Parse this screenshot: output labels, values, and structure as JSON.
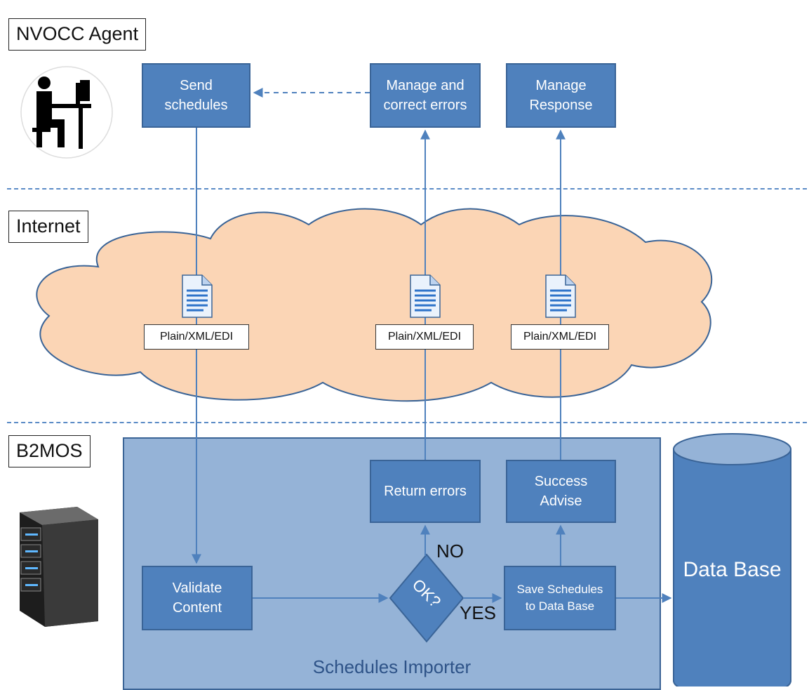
{
  "lanes": {
    "agent": "NVOCC Agent",
    "internet": "Internet",
    "b2mos": "B2MOS"
  },
  "boxes": {
    "send_schedules": "Send\nschedules",
    "manage_errors": "Manage and\ncorrect errors",
    "manage_response": "Manage\nResponse",
    "return_errors": "Return errors",
    "success_advise": "Success\nAdvise",
    "validate_content": "Validate\nContent",
    "save_schedules": "Save Schedules\nto Data Base"
  },
  "documents": {
    "doc1": "Plain/XML/EDI",
    "doc2": "Plain/XML/EDI",
    "doc3": "Plain/XML/EDI"
  },
  "decision": {
    "label": "OK?",
    "no": "NO",
    "yes": "YES"
  },
  "importer_label": "Schedules Importer",
  "database_label": "Data Base",
  "colors": {
    "box_fill": "#4f81bd",
    "box_border": "#3a6497",
    "importer_fill": "#95b3d7",
    "cloud_fill": "#fbd5b5",
    "divider": "#5b8bc6"
  },
  "icons": [
    "person-at-computer-icon",
    "document-icon",
    "server-icon",
    "database-cylinder-icon"
  ]
}
